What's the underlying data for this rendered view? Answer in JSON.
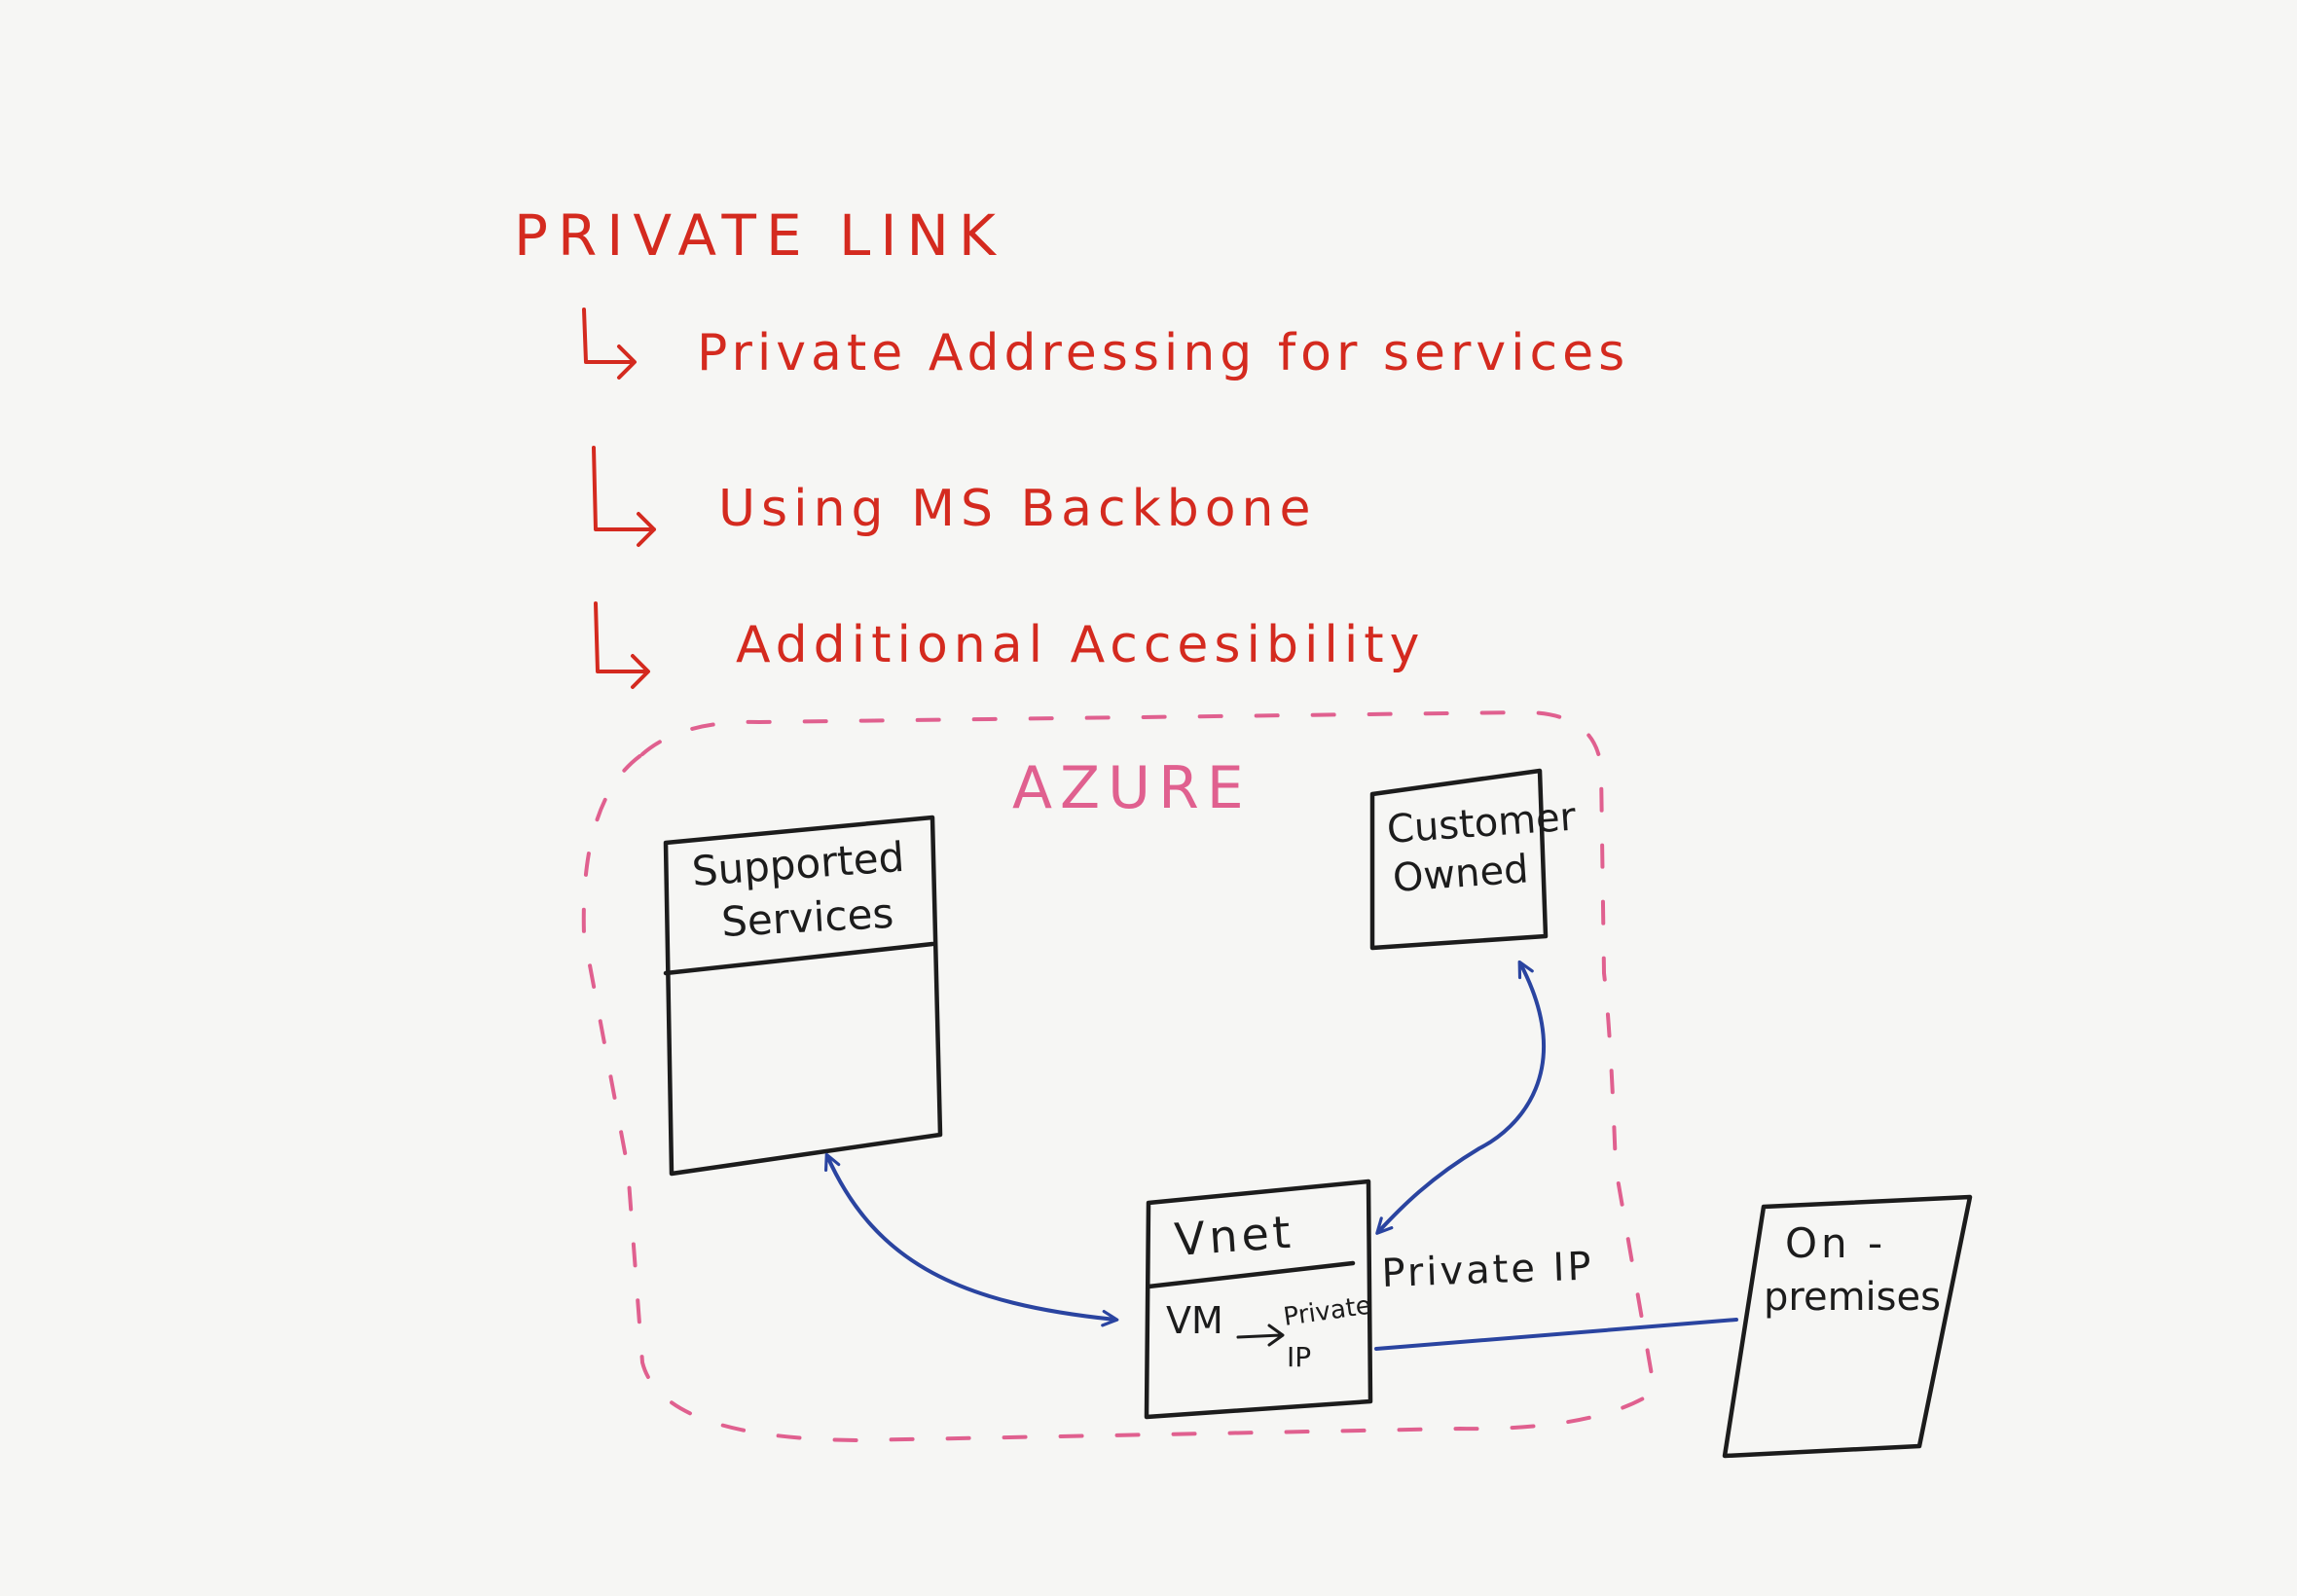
{
  "notes": {
    "title": "PRIVATE LINK",
    "bullets": [
      "Private Addressing for services",
      "Using MS Backbone",
      "Additional Accesibility"
    ]
  },
  "diagram": {
    "region_label": "AZURE",
    "boxes": {
      "supported_services": [
        "Supported",
        "Services"
      ],
      "customer_owned": [
        "Customer",
        "Owned"
      ],
      "vnet_title": "Vnet",
      "vm": "VM",
      "vm_private_ip": [
        "Private",
        "IP"
      ],
      "on_premises": [
        "On -",
        "premises"
      ]
    },
    "connection_label": "Private IP"
  },
  "colors": {
    "paper": "#f6f6f4",
    "notes_red": "#d42a1f",
    "azure_pink": "#e0608f",
    "ink_black": "#1c1c1c",
    "arrow_blue": "#2a44a0"
  }
}
